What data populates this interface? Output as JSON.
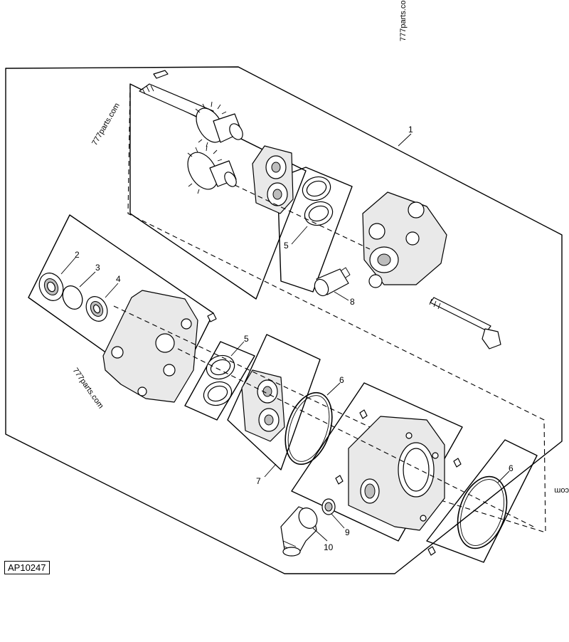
{
  "diagram": {
    "reference_code": "AP10247",
    "watermark": "777parts.com",
    "watermark_fragment": "com",
    "callouts": [
      "1",
      "2",
      "3",
      "4",
      "5",
      "5",
      "6",
      "6",
      "7",
      "8",
      "9",
      "10"
    ]
  }
}
